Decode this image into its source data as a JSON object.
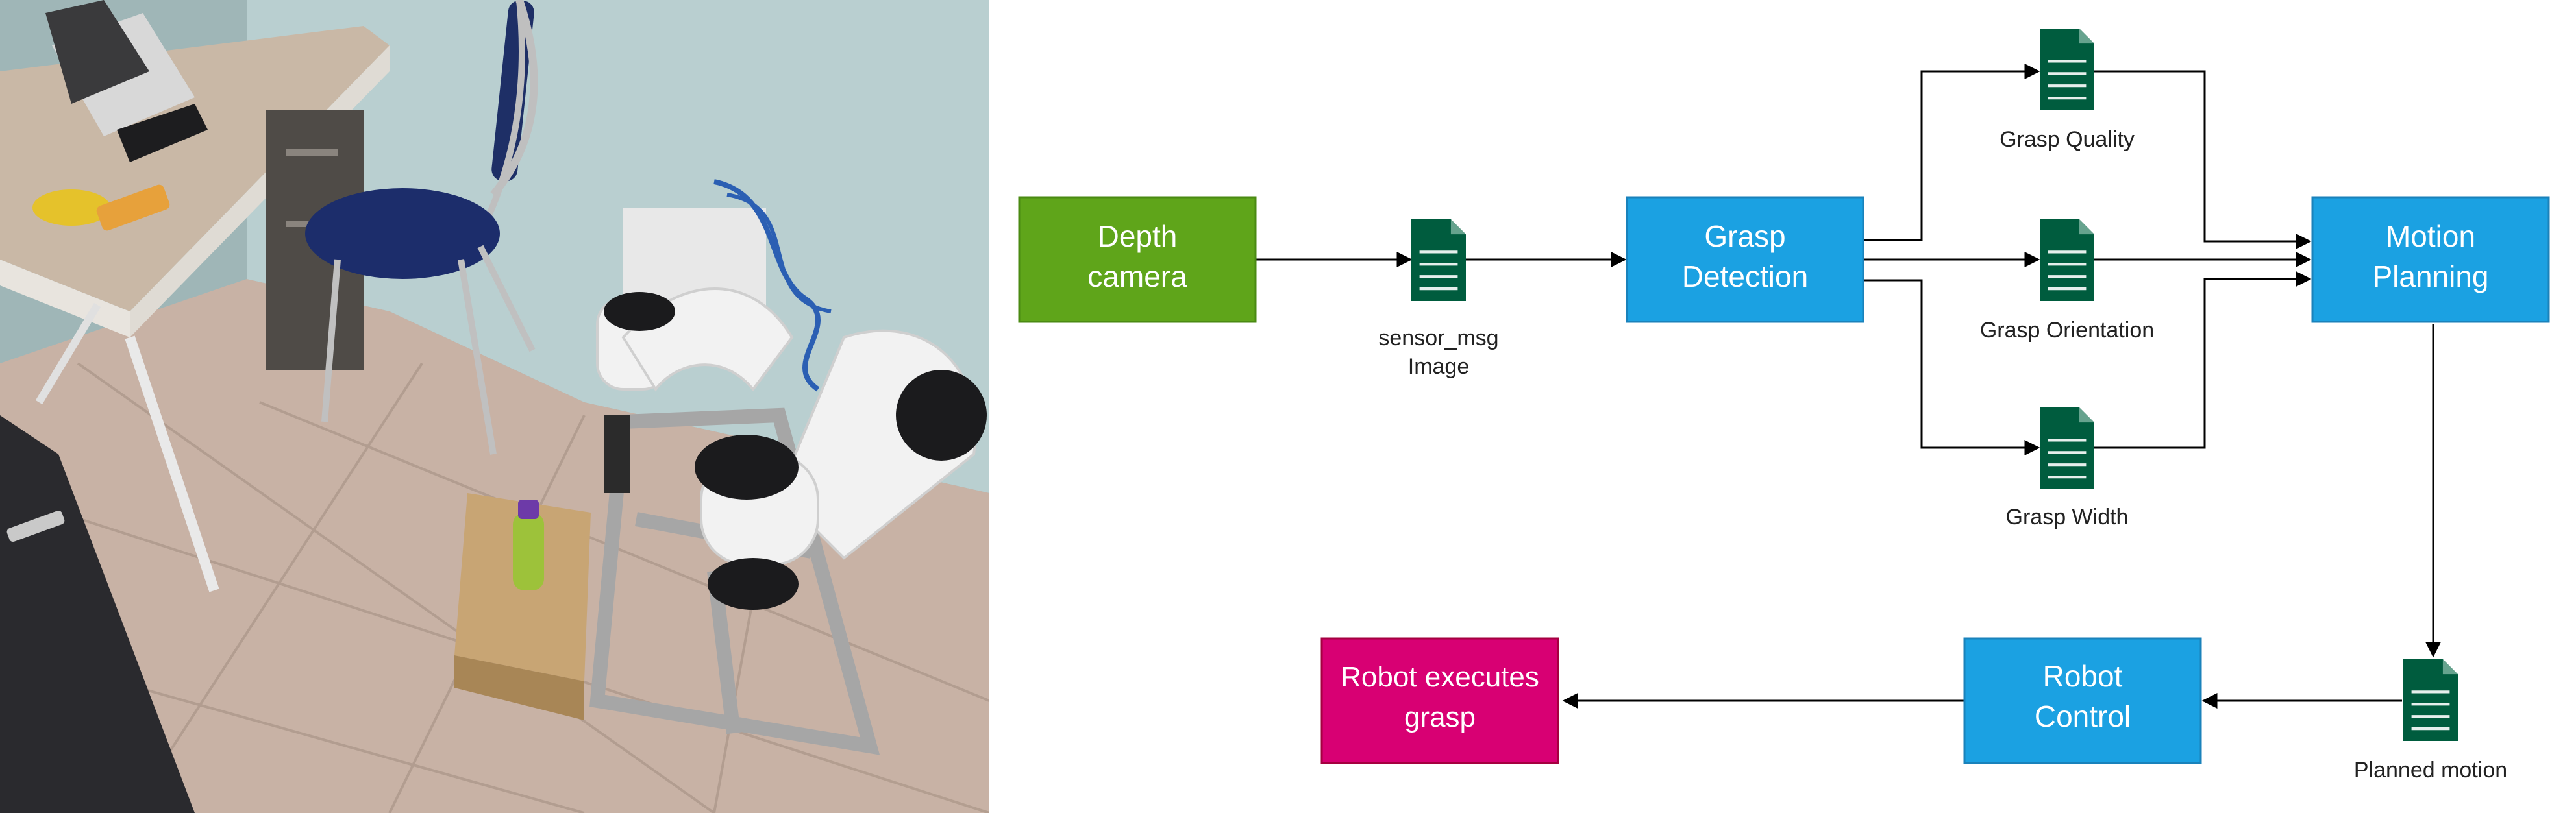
{
  "diagram": {
    "nodes": {
      "depth_camera": {
        "lines": [
          "Depth",
          "camera"
        ],
        "color": "#5fa51a"
      },
      "grasp_detection": {
        "lines": [
          "Grasp",
          "Detection"
        ],
        "color": "#1ba1e2"
      },
      "motion_planning": {
        "lines": [
          "Motion",
          "Planning"
        ],
        "color": "#1ba1e2"
      },
      "robot_control": {
        "lines": [
          "Robot",
          "Control"
        ],
        "color": "#1ba1e2"
      },
      "robot_executes": {
        "lines": [
          "Robot executes",
          "grasp"
        ],
        "color": "#d80073"
      }
    },
    "messages": {
      "sensor_msg": {
        "lines": [
          "sensor_msg",
          "Image"
        ]
      },
      "grasp_quality": {
        "lines": [
          "Grasp Quality"
        ]
      },
      "grasp_orientation": {
        "lines": [
          "Grasp Orientation"
        ]
      },
      "grasp_width": {
        "lines": [
          "Grasp Width"
        ]
      },
      "planned_motion": {
        "lines": [
          "Planned motion"
        ]
      }
    },
    "doc_icon_color": "#005c3e"
  }
}
